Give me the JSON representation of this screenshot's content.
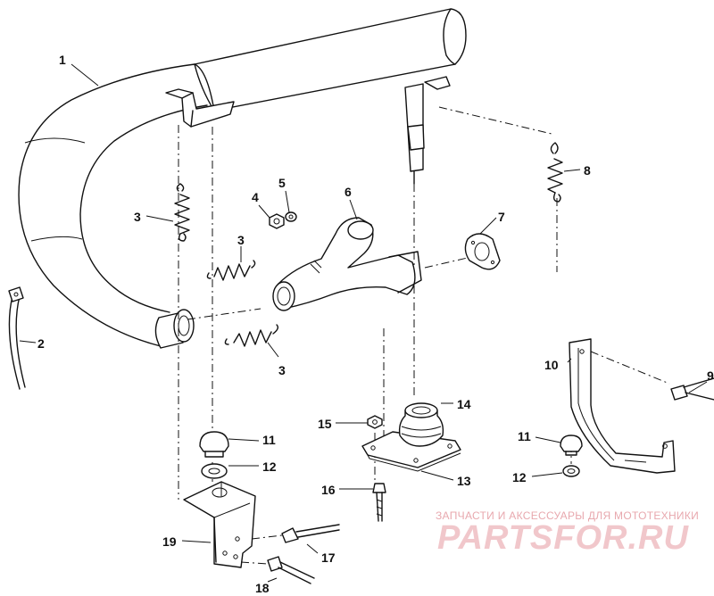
{
  "callouts": {
    "c1": "1",
    "c2": "2",
    "c3a": "3",
    "c3b": "3",
    "c3c": "3",
    "c4": "4",
    "c5": "5",
    "c6": "6",
    "c7": "7",
    "c8": "8",
    "c9": "9",
    "c10": "10",
    "c11a": "11",
    "c11b": "11",
    "c12a": "12",
    "c12b": "12",
    "c13": "13",
    "c14": "14",
    "c15": "15",
    "c16": "16",
    "c17": "17",
    "c18": "18",
    "c19": "19"
  },
  "watermark": {
    "tagline": "ЗАПЧАСТИ И АКСЕССУАРЫ ДЛЯ МОТОТЕХНИКИ",
    "brand": "PARTSFOR.RU"
  }
}
